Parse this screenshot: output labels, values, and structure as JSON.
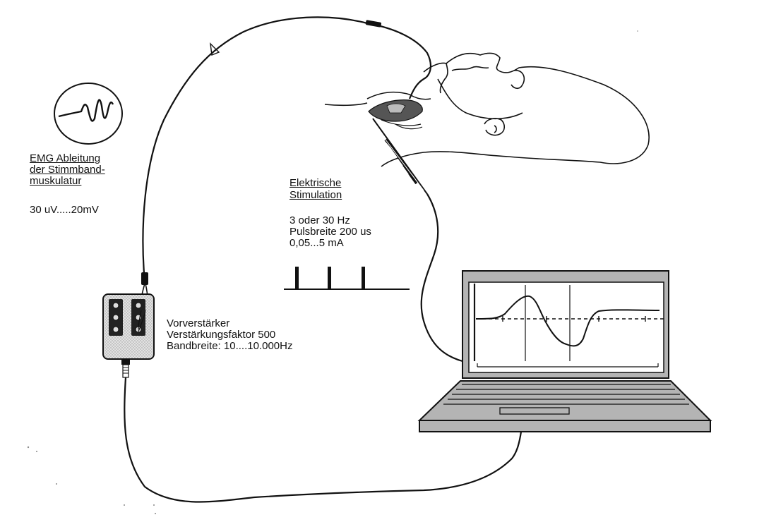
{
  "emg": {
    "heading_lines": [
      "EMG Ableitung",
      "der Stimmband-",
      "muskulatur"
    ],
    "range": "30 uV.....20mV"
  },
  "stimulation": {
    "heading_lines": [
      "Elektrische",
      "Stimulation"
    ],
    "params": [
      "3 oder 30 Hz",
      "Pulsbreite 200 us",
      "0,05...5 mA"
    ]
  },
  "preamp": {
    "lines": [
      "Vorverstärker",
      "Verstärkungsfaktor 500",
      "Bandbreite: 10....10.000Hz"
    ]
  },
  "colors": {
    "ink": "#111111",
    "laptop_gray": "#b4b4b4",
    "screen_bg": "#ffffff",
    "box_fill": "#d9d9d9",
    "trachea_dark": "#555555"
  }
}
